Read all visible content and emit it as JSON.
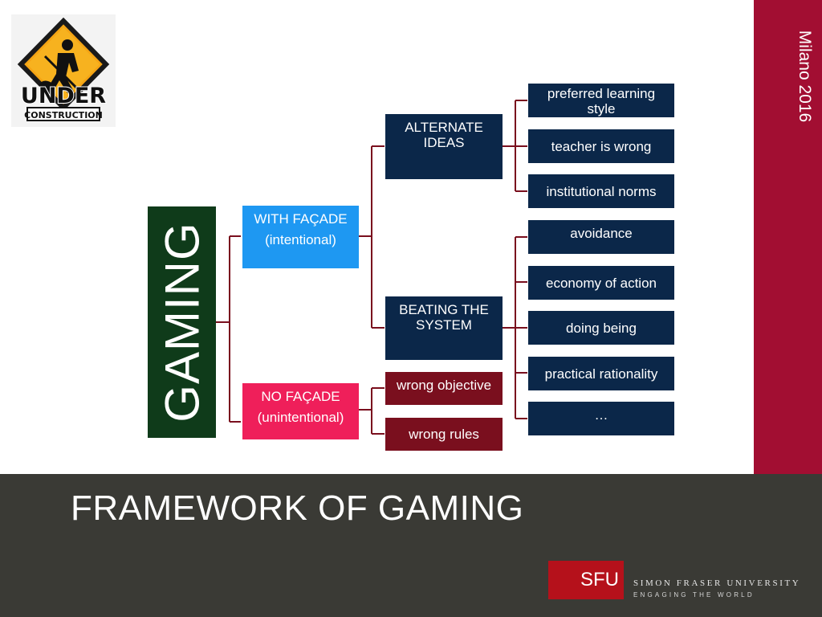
{
  "sidebar": {
    "text": "Milano 2016"
  },
  "logo": {
    "line1": "UNDER",
    "line2": "CONSTRUCTION"
  },
  "diagram": {
    "root": "GAMING",
    "with_facade": {
      "line1": "WITH FAÇADE",
      "line2": "(intentional)"
    },
    "no_facade": {
      "line1": "NO FAÇADE",
      "line2": "(unintentional)"
    },
    "alternate_ideas": "ALTERNATE IDEAS",
    "beating_system": "BEATING THE SYSTEM",
    "wrong_objective": "wrong objective",
    "wrong_rules": "wrong rules",
    "leaves": [
      "preferred learning style",
      "teacher is wrong",
      "institutional norms",
      "avoidance",
      "economy of action",
      "doing being",
      "practical rationality",
      "…"
    ]
  },
  "footer": {
    "title": "FRAMEWORK OF GAMING",
    "sfu_logo": "SFU",
    "university": "SIMON FRASER UNIVERSITY",
    "tagline": "ENGAGING THE WORLD"
  },
  "colors": {
    "sidebar": "#a20e32",
    "footer": "#3a3a35",
    "gaming": "#0f3b1a",
    "navy": "#0b2749",
    "blue": "#1e98f2",
    "pink": "#ef1f5a",
    "maroon": "#7a0f1e",
    "connector": "#7a0f1e"
  }
}
